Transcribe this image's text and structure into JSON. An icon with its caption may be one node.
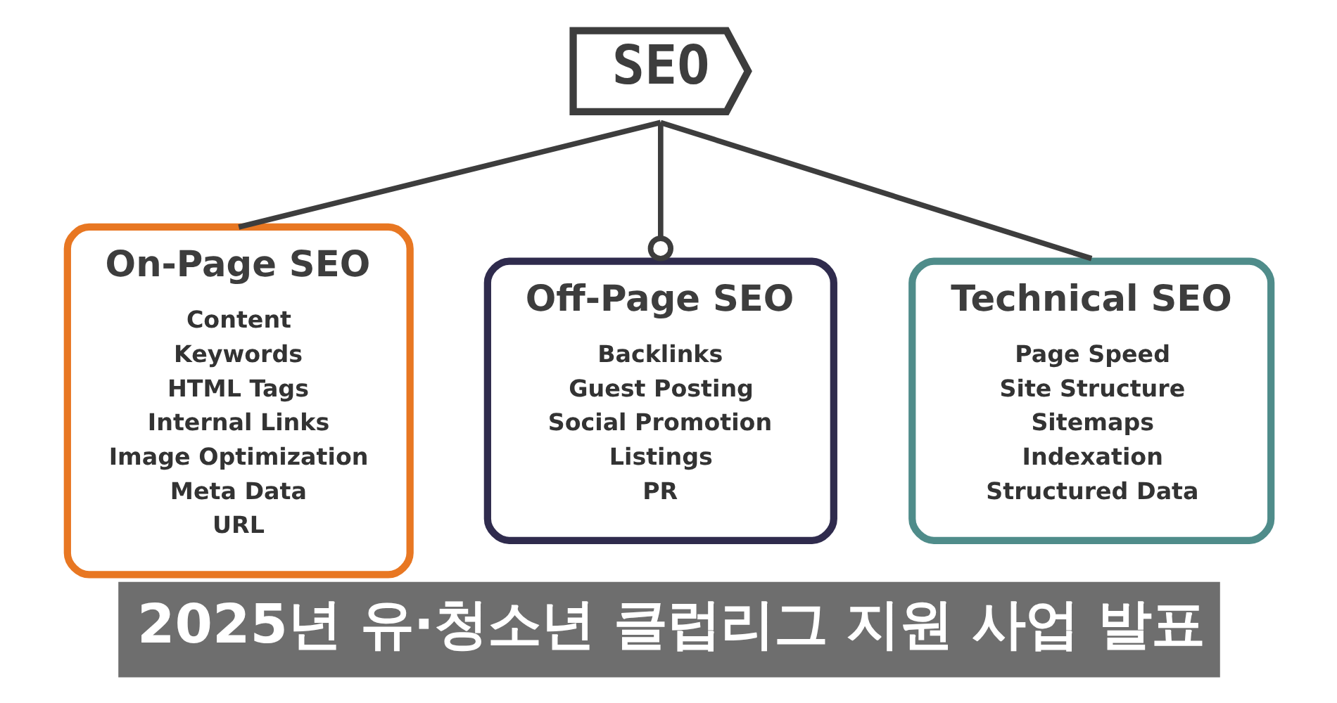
{
  "diagram": {
    "title": "2025년 유·청소년 클럽리그 지원 사업 발표",
    "nodes": [
      {
        "text": [
          "SEO"
        ]
      },
      {
        "text": [
          "On-Page SEO",
          "Content",
          "Keywords",
          "HTML Tags",
          "Internal Links",
          "Image Optimization",
          "Meta Data",
          "URL"
        ]
      },
      {
        "text": [
          "Off-Page SEO",
          "Backlinks",
          "Guest Posting",
          "Social Promotion",
          "Listings",
          "PR"
        ]
      },
      {
        "text": [
          "Technical SEO",
          "Page Speed",
          "Site Structure",
          "Sitemaps",
          "Indexation",
          "Structured Data"
        ]
      }
    ],
    "edges": [
      {
        "from": 0,
        "to": 1,
        "arrow": "none"
      },
      {
        "from": 0,
        "to": 2,
        "arrow": "other"
      },
      {
        "from": 0,
        "to": 3,
        "arrow": "none"
      }
    ]
  }
}
